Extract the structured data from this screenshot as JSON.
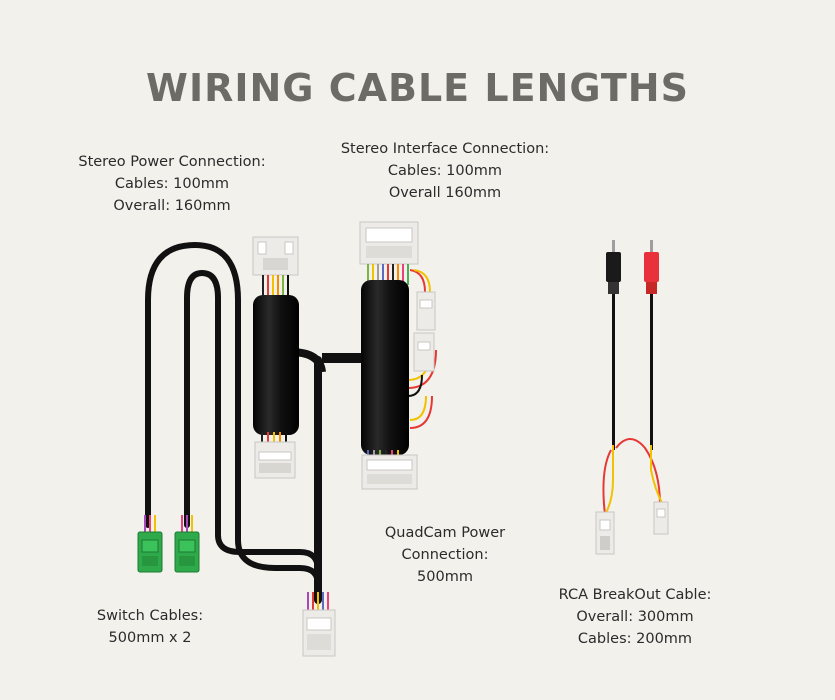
{
  "title": "WIRING CABLE LENGTHS",
  "labels": {
    "stereo_power": {
      "line1": "Stereo Power Connection:",
      "line2": "Cables: 100mm",
      "line3": "Overall: 160mm"
    },
    "stereo_interface": {
      "line1": "Stereo Interface Connection:",
      "line2": "Cables: 100mm",
      "line3": "Overall 160mm"
    },
    "quadcam_power": {
      "line1": "QuadCam Power",
      "line2": "Connection:",
      "line3": "500mm"
    },
    "switch_cables": {
      "line1": "Switch Cables:",
      "line2": "500mm x 2"
    },
    "rca_breakout": {
      "line1": "RCA BreakOut Cable:",
      "line2": "Overall: 300mm",
      "line3": "Cables: 200mm"
    }
  },
  "colors": {
    "background": "#f3f1ec",
    "title": "#6c6b66",
    "cable": "#111111",
    "connector_white": "#ecebe8",
    "connector_green": "#2faa4a",
    "rca_red": "#e8313a"
  }
}
